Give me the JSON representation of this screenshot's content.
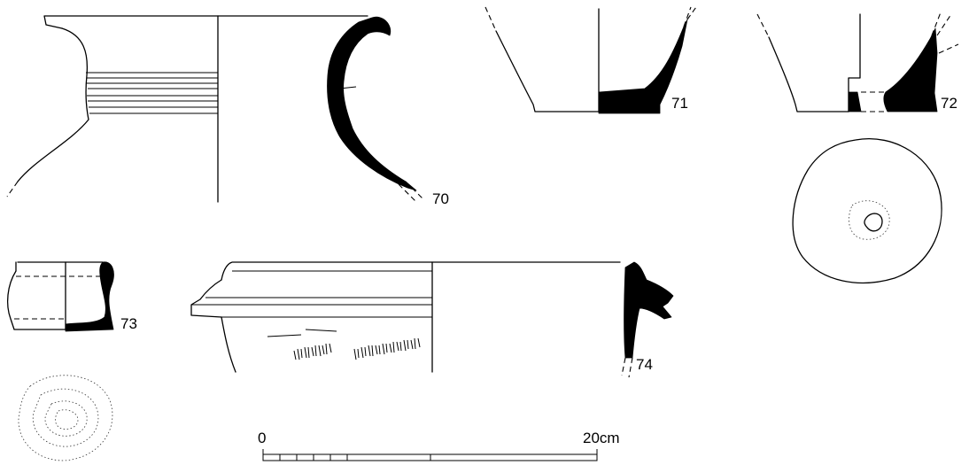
{
  "labels": {
    "v70": "70",
    "v71": "71",
    "v72": "72",
    "v73": "73",
    "v74": "74"
  },
  "scale": {
    "start": "0",
    "end": "20cm"
  },
  "colors": {
    "ink": "#000000",
    "paper": "#ffffff"
  }
}
